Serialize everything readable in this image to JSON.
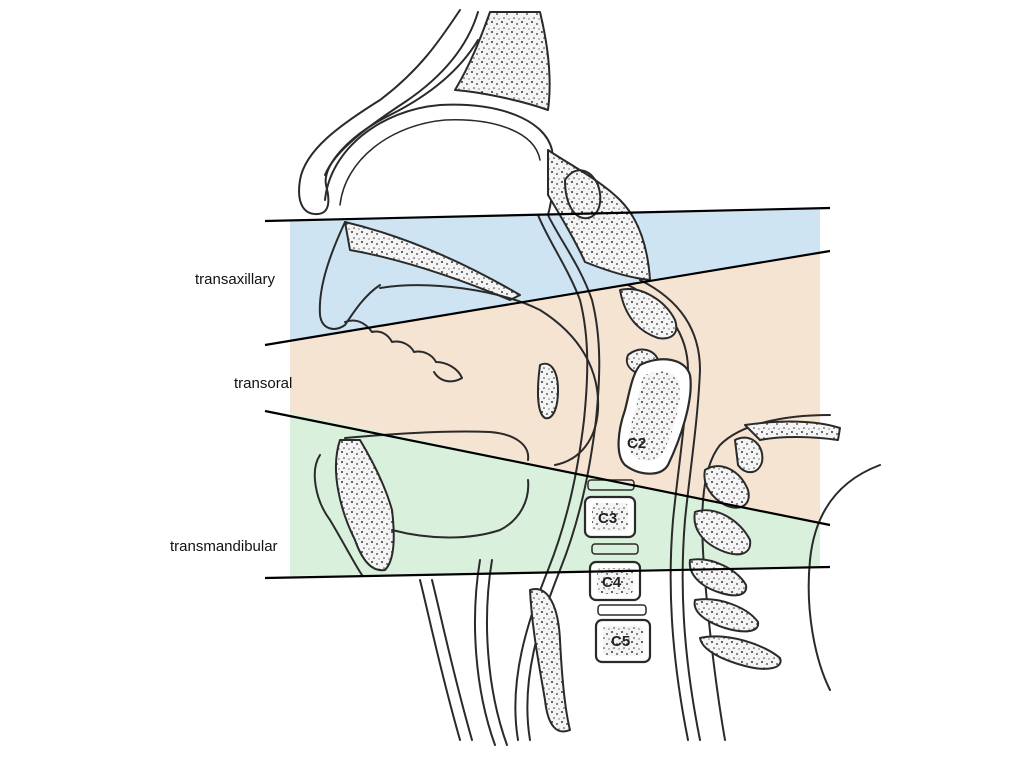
{
  "approaches": [
    {
      "label": "transaxillary",
      "color": "#cfe4f2"
    },
    {
      "label": "transoral",
      "color": "#f6e4d2"
    },
    {
      "label": "transmandibular",
      "color": "#d9f0dc"
    }
  ],
  "vertebrae": [
    {
      "label": "C2"
    },
    {
      "label": "C3"
    },
    {
      "label": "C4"
    },
    {
      "label": "C5"
    }
  ]
}
